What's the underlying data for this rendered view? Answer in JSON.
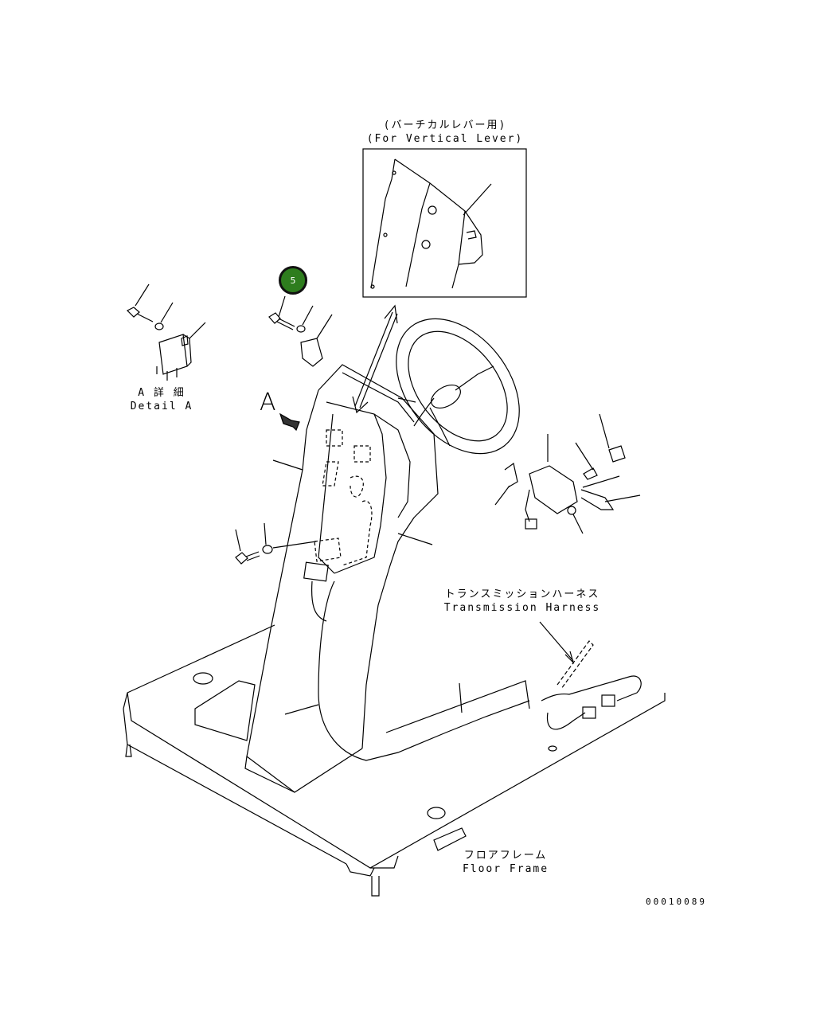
{
  "labels": {
    "vertical_lever_jp": "(バーチカルレバー用)",
    "vertical_lever_en": "(For Vertical Lever)",
    "detail_a_jp": "A 詳 細",
    "detail_a_en": "Detail A",
    "view_a": "A",
    "transmission_jp": "トランスミッションハーネス",
    "transmission_en": "Transmission Harness",
    "floor_jp": "フロアフレーム",
    "floor_en": "Floor Frame",
    "drawing_number": "00010089"
  },
  "callouts": [
    {
      "number": "5",
      "color": "#2e7d1e"
    }
  ]
}
